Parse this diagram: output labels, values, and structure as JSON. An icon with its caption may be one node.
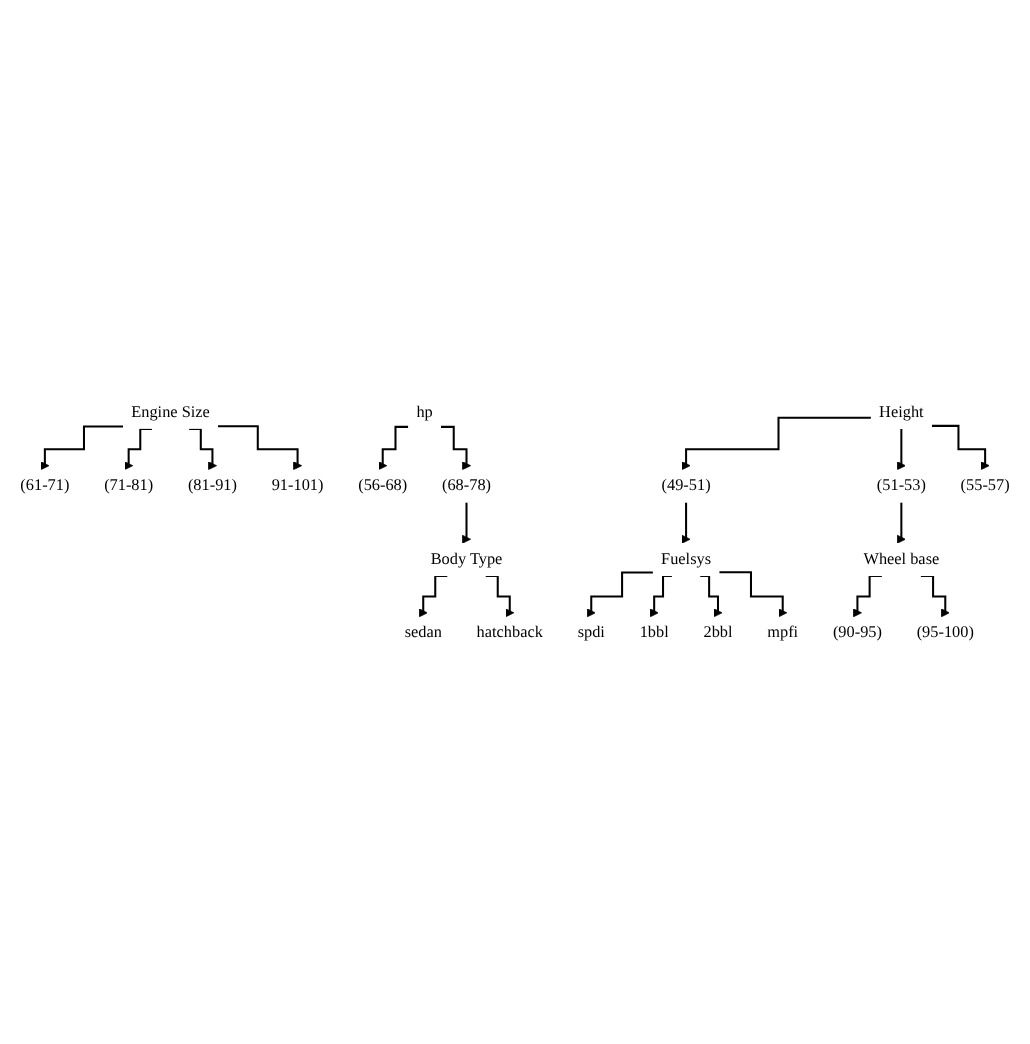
{
  "diagram": {
    "nodes": [
      {
        "text": [
          "Engine Size"
        ]
      },
      {
        "text": [
          "(61-71)"
        ]
      },
      {
        "text": [
          "(71-81)"
        ]
      },
      {
        "text": [
          "(81-91)"
        ]
      },
      {
        "text": [
          "91-101)"
        ]
      },
      {
        "text": [
          "hp"
        ]
      },
      {
        "text": [
          "Height"
        ]
      },
      {
        "text": [
          "(56-68)"
        ]
      },
      {
        "text": [
          "(68-78)"
        ]
      },
      {
        "text": [
          "(49-51)"
        ]
      },
      {
        "text": [
          "(51-53)"
        ]
      },
      {
        "text": [
          "(55-57)"
        ]
      },
      {
        "text": [
          "Body Type"
        ]
      },
      {
        "text": [
          "Fuelsys"
        ]
      },
      {
        "text": [
          "Wheel base"
        ]
      },
      {
        "text": [
          "sedan"
        ]
      },
      {
        "text": [
          "hatchback"
        ]
      },
      {
        "text": [
          "(90-95)"
        ]
      },
      {
        "text": [
          "(95-100)"
        ]
      },
      {
        "text": [
          "spdi"
        ]
      },
      {
        "text": [
          "1bbl"
        ]
      },
      {
        "text": [
          "2bbl"
        ]
      },
      {
        "text": [
          "mpfi"
        ]
      }
    ],
    "edges": [
      {
        "from": 0,
        "to": 1,
        "arrow": "to"
      },
      {
        "from": 0,
        "to": 2,
        "arrow": "to"
      },
      {
        "from": 0,
        "to": 3,
        "arrow": "to"
      },
      {
        "from": 0,
        "to": 4,
        "arrow": "to"
      },
      {
        "from": 5,
        "to": 7,
        "arrow": "to"
      },
      {
        "from": 5,
        "to": 8,
        "arrow": "to"
      },
      {
        "from": 6,
        "to": 9,
        "arrow": "to"
      },
      {
        "from": 6,
        "to": 10,
        "arrow": "to"
      },
      {
        "from": 6,
        "to": 11,
        "arrow": "to"
      },
      {
        "from": 8,
        "to": 12,
        "arrow": "to"
      },
      {
        "from": 9,
        "to": 13,
        "arrow": "to"
      },
      {
        "from": 10,
        "to": 14,
        "arrow": "to"
      },
      {
        "from": 12,
        "to": 15,
        "arrow": "to"
      },
      {
        "from": 12,
        "to": 16,
        "arrow": "to"
      },
      {
        "from": 14,
        "to": 17,
        "arrow": "to"
      },
      {
        "from": 14,
        "to": 18,
        "arrow": "to"
      },
      {
        "from": 13,
        "to": 19,
        "arrow": "to"
      },
      {
        "from": 13,
        "to": 20,
        "arrow": "to"
      },
      {
        "from": 13,
        "to": 21,
        "arrow": "to"
      },
      {
        "from": 13,
        "to": 22,
        "arrow": "to"
      }
    ]
  }
}
